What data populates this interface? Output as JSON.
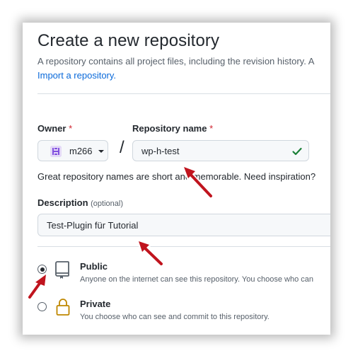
{
  "page": {
    "title": "Create a new repository",
    "subtitle": "A repository contains all project files, including the revision history. A",
    "import_link": "Import a repository."
  },
  "form": {
    "owner": {
      "label": "Owner",
      "required_mark": "*",
      "value": "m266"
    },
    "separator": "/",
    "repo_name": {
      "label": "Repository name",
      "required_mark": "*",
      "value": "wp-h-test"
    },
    "hint": "Great repository names are short and memorable. Need inspiration?",
    "description": {
      "label": "Description",
      "optional": "(optional)",
      "value": "Test-Plugin für Tutorial"
    }
  },
  "visibility": {
    "options": [
      {
        "title": "Public",
        "desc": "Anyone on the internet can see this repository. You choose who can",
        "selected": true
      },
      {
        "title": "Private",
        "desc": "You choose who can see and commit to this repository.",
        "selected": false
      }
    ]
  },
  "colors": {
    "link": "#0969da",
    "required": "#cf222e",
    "success": "#1a7f37",
    "annotation_arrow": "#c0141e",
    "private_lock": "#bf8700"
  },
  "icons": {
    "owner_avatar": "identicon",
    "repo_valid": "check-icon",
    "public": "repo-book-icon",
    "private": "lock-icon",
    "annotation": "red-arrow"
  }
}
